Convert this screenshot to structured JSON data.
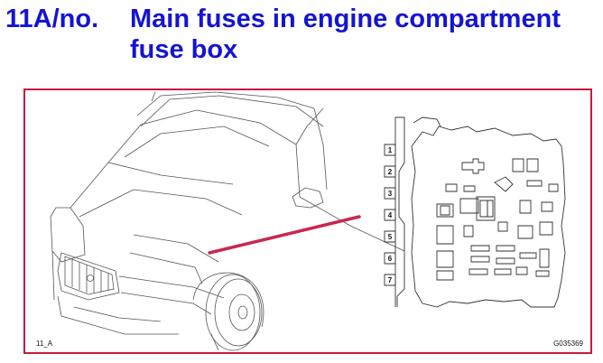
{
  "heading": {
    "number": "11A/no.",
    "title": "Main fuses in engine compartment fuse box"
  },
  "figure": {
    "label_left": "11_A",
    "label_right": "G035369",
    "fuse_numbers": [
      "1",
      "2",
      "3",
      "4",
      "5",
      "6",
      "7"
    ],
    "pointer_color": "#c8284e",
    "frame_color": "#c41c3c"
  }
}
